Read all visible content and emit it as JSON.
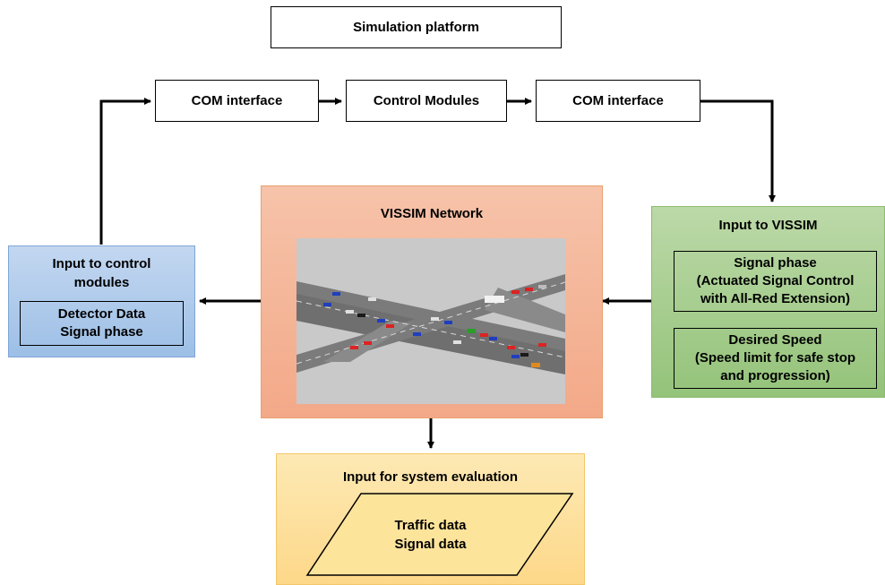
{
  "top": {
    "platform": "Simulation platform"
  },
  "chain": {
    "com_left": "COM interface",
    "control": "Control Modules",
    "com_right": "COM interface"
  },
  "network": {
    "title": "VISSIM Network"
  },
  "control_input": {
    "title_line1": "Input to control",
    "title_line2": "modules",
    "detector": "Detector Data",
    "signal": "Signal phase"
  },
  "vissim_input": {
    "title": "Input to VISSIM",
    "signal_title": "Signal phase",
    "signal_line2": "(Actuated Signal Control",
    "signal_line3": "with All-Red Extension)",
    "speed_title": "Desired Speed",
    "speed_line2": "(Speed limit for safe stop",
    "speed_line3": "and progression)"
  },
  "evaluation": {
    "title": "Input for system evaluation",
    "traffic": "Traffic data",
    "signal": "Signal data"
  },
  "colors": {
    "network_fill": "#f4b89a",
    "network_border": "#e8a070",
    "control_fill": "#a9c8ea",
    "vissim_fill": "#a8d08d",
    "eval_fill": "#fde49b",
    "road_bg": "#c8c8c8",
    "road": "#7a7a7a"
  }
}
